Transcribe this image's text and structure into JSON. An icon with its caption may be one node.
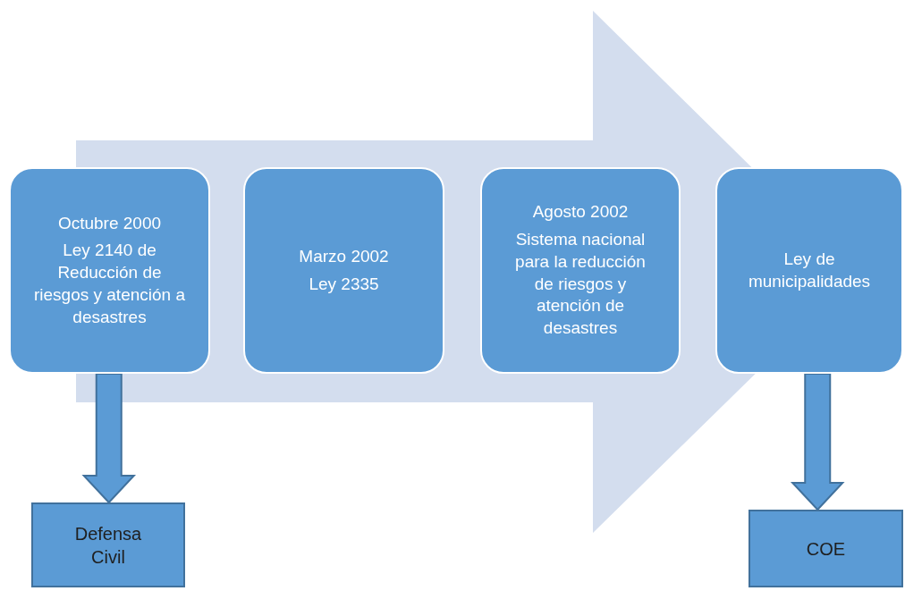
{
  "diagram": {
    "nodes": [
      {
        "text": [
          "Octubre 2000",
          "Ley 2140 de Reducción de riesgos y atención a desastres"
        ]
      },
      {
        "text": [
          "Marzo 2002",
          "Ley 2335"
        ]
      },
      {
        "text": [
          "Agosto 2002",
          "Sistema nacional para la reducción de riesgos y atención de desastres"
        ]
      },
      {
        "text": [
          "Ley de municipalidades"
        ]
      },
      {
        "text": [
          "Defensa Civil"
        ]
      },
      {
        "text": [
          "COE"
        ]
      }
    ],
    "edges": [
      {
        "from": 0,
        "to": 3,
        "arrow": "to"
      },
      {
        "from": 0,
        "to": 4,
        "arrow": "to"
      },
      {
        "from": 3,
        "to": 5,
        "arrow": "to"
      }
    ]
  }
}
